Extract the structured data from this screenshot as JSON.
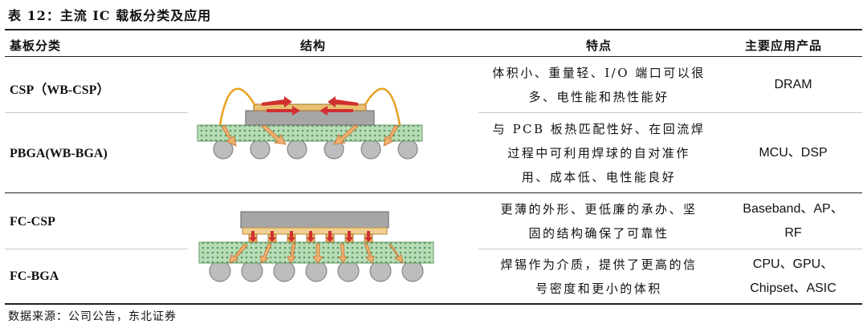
{
  "table": {
    "title": "表 12：主流 IC 载板分类及应用",
    "headers": {
      "category": "基板分类",
      "structure": "结构",
      "features": "特点",
      "products": "主要应用产品"
    },
    "rows": [
      {
        "category": "CSP（WB-CSP）",
        "features": [
          "体积小、重量轻、I/O 端口可以很",
          "多、电性能和热性能好"
        ],
        "products": [
          "DRAM"
        ]
      },
      {
        "category": "PBGA(WB-BGA)",
        "features": [
          "与 PCB 板热匹配性好、在回流焊",
          "过程中可利用焊球的自对准作",
          "用、成本低、电性能良好"
        ],
        "products": [
          "MCU、DSP"
        ]
      },
      {
        "category": "FC-CSP",
        "features": [
          "更薄的外形、更低廉的承办、坚",
          "固的结构确保了可靠性"
        ],
        "products": [
          "Baseband、AP、",
          "RF"
        ]
      },
      {
        "category": "FC-BGA",
        "features": [
          "焊锡作为介质，提供了更高的信",
          "号密度和更小的体积"
        ],
        "products": [
          "CPU、GPU、",
          "Chipset、ASIC"
        ]
      }
    ],
    "source": "数据来源：公司公告，东北证券"
  },
  "colors": {
    "substrate": "#b8dcb8",
    "ball": "#bdbdbd",
    "die": "#a6a6a6",
    "wire": "#e8a020",
    "arrow_orange": "#f0b070",
    "arrow_red": "#d03030"
  }
}
